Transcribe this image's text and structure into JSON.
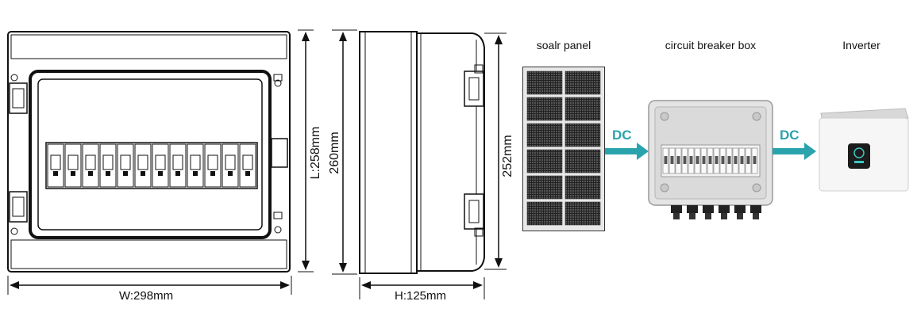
{
  "front_view": {
    "width_label": "W:298mm",
    "length_label": "L:258mm"
  },
  "side_view": {
    "height_label": "260mm",
    "depth_label": "H:125mm",
    "right_height_label": "252mm"
  },
  "flow": {
    "titles": {
      "panel": "soalr panel",
      "box": "circuit breaker box",
      "inverter": "Inverter"
    },
    "arrow_1": "DC",
    "arrow_2": "DC",
    "arrow_color": "#2aa3ad"
  }
}
